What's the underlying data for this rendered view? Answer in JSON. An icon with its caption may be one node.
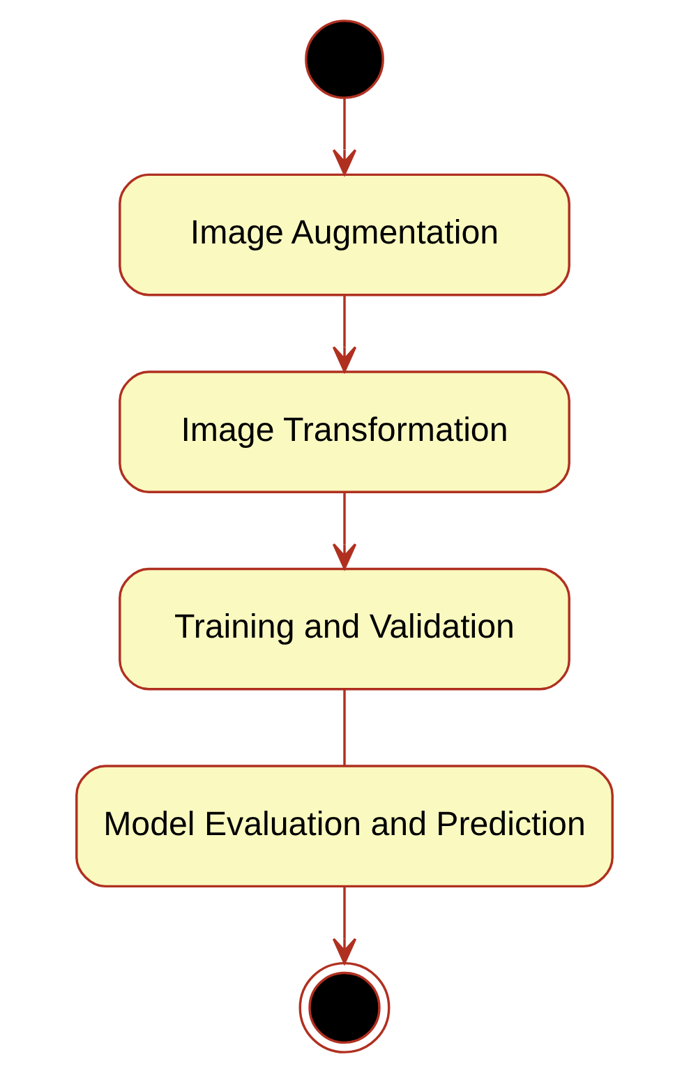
{
  "diagram": {
    "nodes": [
      {
        "text": [],
        "shape": "circle"
      },
      {
        "text": [
          "Image Augmentation"
        ]
      },
      {
        "text": [
          "Image Transformation"
        ]
      },
      {
        "text": [
          "Training and Validation"
        ]
      },
      {
        "text": [
          "Model Evaluation and Prediction"
        ]
      },
      {
        "text": [],
        "shape": "doublecircle"
      }
    ],
    "edges": [
      {
        "from": 0,
        "to": 1,
        "arrow": "to"
      },
      {
        "from": 1,
        "to": 2,
        "arrow": "to"
      },
      {
        "from": 2,
        "to": 3,
        "arrow": "to"
      },
      {
        "from": 3,
        "to": 4,
        "arrow": "none"
      },
      {
        "from": 4,
        "to": 5,
        "arrow": "to"
      }
    ]
  }
}
